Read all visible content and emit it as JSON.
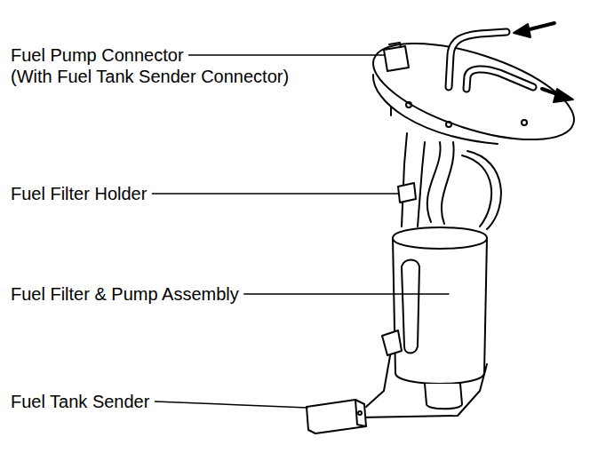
{
  "diagram": {
    "labels": [
      "Fuel Pump Connector",
      "(With Fuel Tank Sender Connector)",
      "Fuel Filter Holder",
      "Fuel Filter & Pump Assembly",
      "Fuel Tank Sender"
    ]
  }
}
